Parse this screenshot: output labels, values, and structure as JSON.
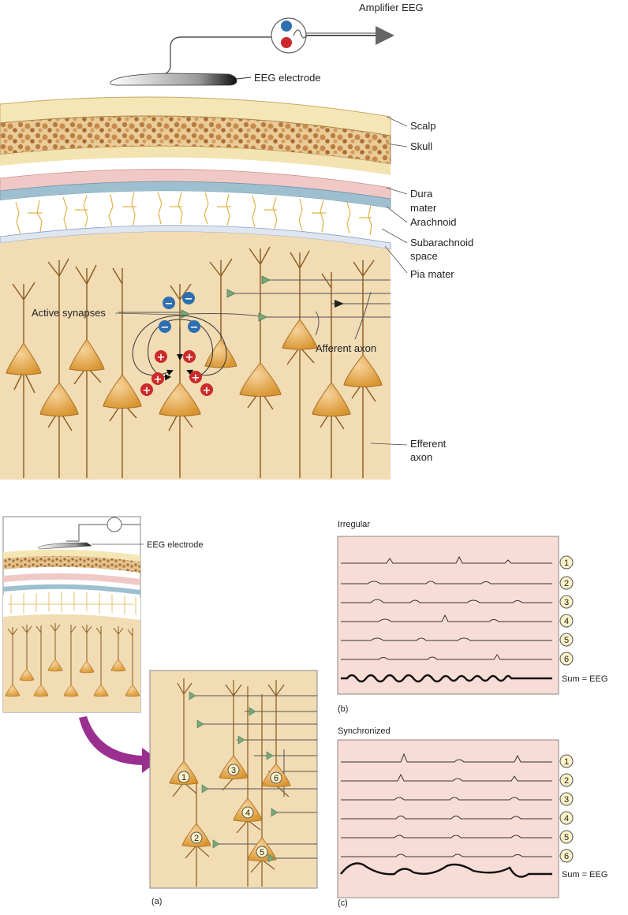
{
  "top": {
    "amplifier_label": "Amplifier EEG",
    "electrode_label": "EEG electrode",
    "layers": {
      "scalp": "Scalp",
      "skull": "Skull",
      "dura_line1": "Dura",
      "dura_line2": "mater",
      "arachnoid": "Arachnoid",
      "subarachnoid_line1": "Subarachnoid",
      "subarachnoid_line2": "space",
      "pia": "Pia mater"
    },
    "active_synapses": "Active synapses",
    "afferent_axon": "Afferent axon",
    "efferent_line1": "Efferent",
    "efferent_line2": "axon",
    "minus_sign": "−",
    "plus_sign": "+"
  },
  "panel_a": {
    "electrode_label": "EEG electrode",
    "caption": "(a)",
    "neuron_numbers": [
      "1",
      "2",
      "3",
      "4",
      "5",
      "6"
    ]
  },
  "panel_b": {
    "title": "Irregular",
    "caption": "(b)",
    "trace_numbers": [
      "1",
      "2",
      "3",
      "4",
      "5",
      "6"
    ],
    "sum_label": "Sum = EEG"
  },
  "panel_c": {
    "title": "Synchronized",
    "caption": "(c)",
    "trace_numbers": [
      "1",
      "2",
      "3",
      "4",
      "5",
      "6"
    ],
    "sum_label": "Sum = EEG"
  },
  "colors": {
    "tissue": "#f1dcb4",
    "scalp": "#f5e7b5",
    "skull": "#d9b27f",
    "dura": "#f0c9c6",
    "arachnoid_band": "#9ebfcf",
    "neuron": "#e2a95c",
    "synapse": "#79a77c",
    "minus_charge": "#2e6fb0",
    "plus_charge": "#cc2a2a",
    "trace_bg": "#f8dcd6",
    "arrow_purple": "#9a2f8f"
  }
}
